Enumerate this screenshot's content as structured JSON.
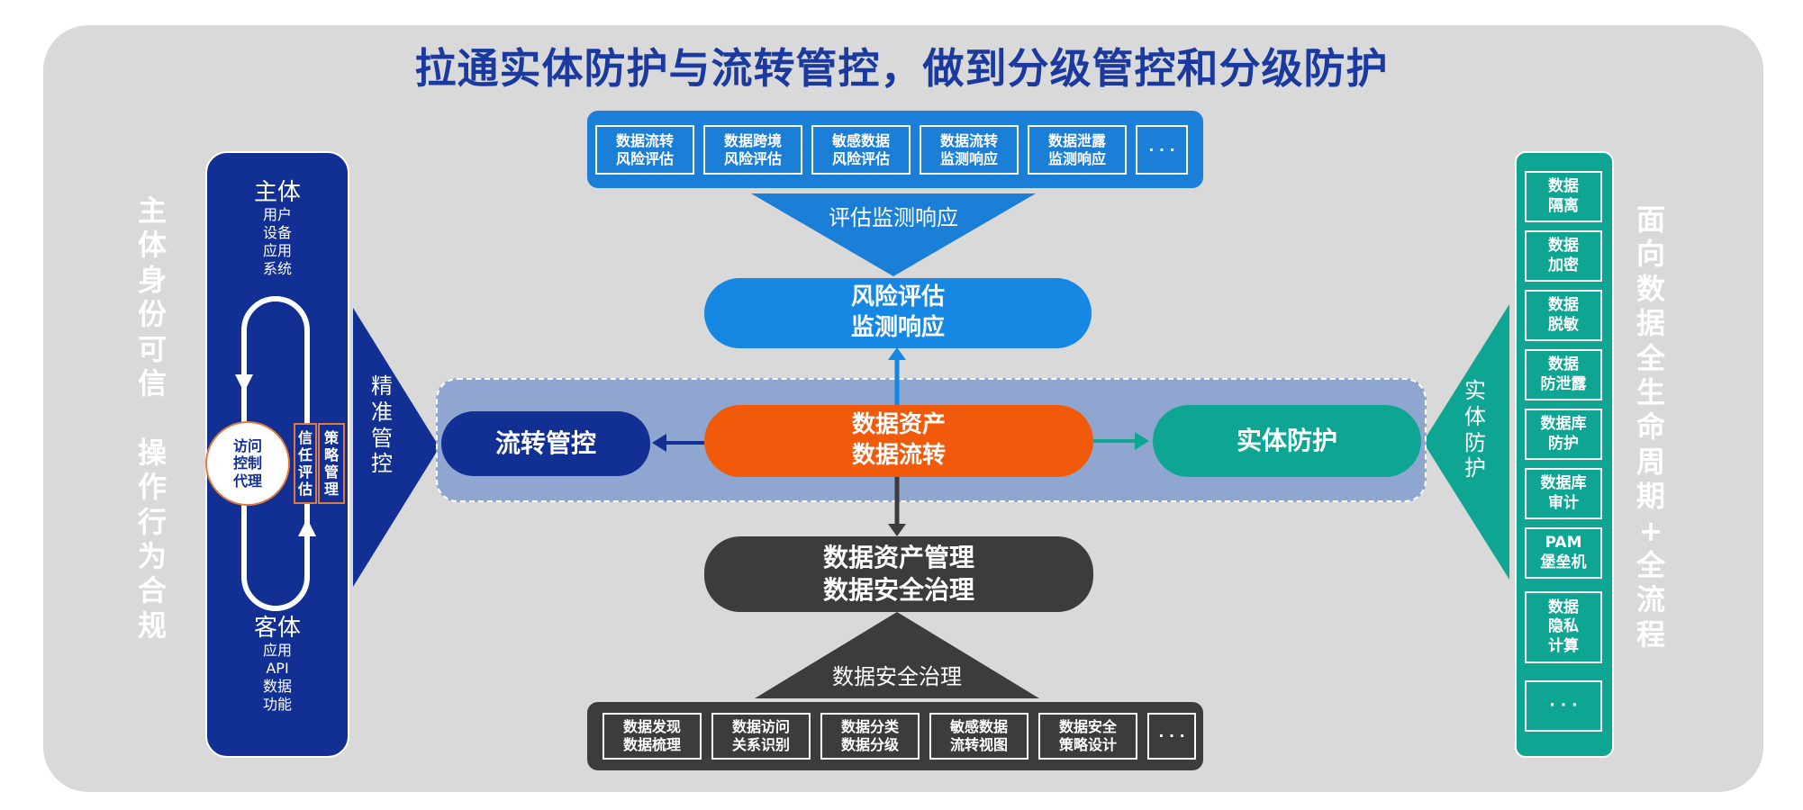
{
  "title": "拉通实体防护与流转管控，做到分级管控和分级防护",
  "left_label": [
    "主",
    "体",
    "身",
    "份",
    "可",
    "信",
    "",
    "操",
    "作",
    "行",
    "为",
    "合",
    "规"
  ],
  "right_label": [
    "面",
    "向",
    "数",
    "据",
    "全",
    "生",
    "命",
    "周",
    "期",
    "+",
    "全",
    "流",
    "程"
  ],
  "subject": {
    "title": "主体",
    "items": "用户\n设备\n应用\n系统"
  },
  "object": {
    "title": "客体",
    "items": "应用\nAPI\n数据\n功能"
  },
  "access_proxy": "访问\n控制\n代理",
  "trust_eval": [
    "信",
    "任",
    "评",
    "估"
  ],
  "policy_mgmt": [
    "策",
    "略",
    "管",
    "理"
  ],
  "precise_control": [
    "精",
    "准",
    "管",
    "控"
  ],
  "entity_protection_label": [
    "实",
    "体",
    "防",
    "护"
  ],
  "top_boxes": [
    "数据流转\n风险评估",
    "数据跨境\n风险评估",
    "敏感数据\n风险评估",
    "数据流转\n监测响应",
    "数据泄露\n监测响应",
    "· · ·"
  ],
  "top_triangle_label": "评估监测响应",
  "risk_pill": "风险评估\n监测响应",
  "center_pill": "数据资产\n数据流转",
  "flow_control": "流转管控",
  "entity_protection": "实体防护",
  "governance_pill": "数据资产管理\n数据安全治理",
  "bottom_triangle_label": "数据安全治理",
  "bottom_boxes": [
    "数据发现\n数据梳理",
    "数据访问\n关系识别",
    "数据分类\n数据分级",
    "敏感数据\n流转视图",
    "数据安全\n策略设计",
    "· · ·"
  ],
  "right_boxes": [
    "数据\n隔离",
    "数据\n加密",
    "数据\n脱敏",
    "数据\n防泄露",
    "数据库\n防护",
    "数据库\n审计",
    "PAM\n堡垒机",
    "数据\n隐私\n计算",
    "· · ·"
  ],
  "colors": {
    "navy": "#123094",
    "blue": "#1b7fd8",
    "bright_blue": "#1687e2",
    "orange": "#f05a0a",
    "teal": "#0ea593",
    "dark": "#3c3c3c",
    "band": "#8fa6d0"
  }
}
